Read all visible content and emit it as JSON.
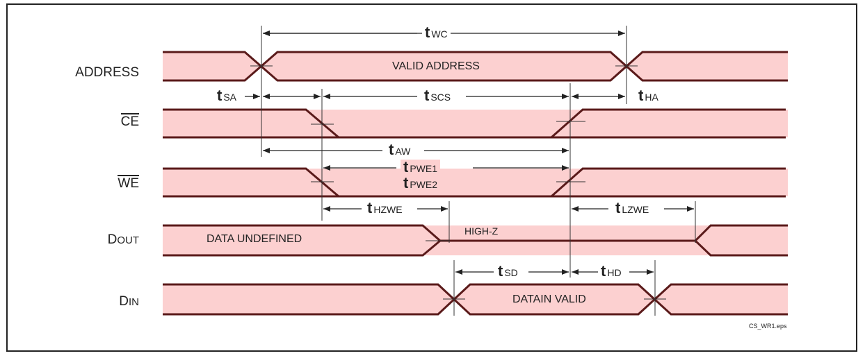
{
  "signals": {
    "address": "ADDRESS",
    "ce": "CE",
    "we": "WE",
    "dout_first": "D",
    "dout_rest": "OUT",
    "din_first": "D",
    "din_rest": "IN"
  },
  "bus_text": {
    "valid_address": "VALID ADDRESS",
    "data_undefined": "DATA UNDEFINED",
    "high_z": "HIGH-Z",
    "datain_valid": "DATAIN VALID"
  },
  "timings": {
    "twc": {
      "t": "t",
      "sub": "WC"
    },
    "tsa": {
      "t": "t",
      "sub": "SA"
    },
    "tscs": {
      "t": "t",
      "sub": "SCS"
    },
    "tha": {
      "t": "t",
      "sub": "HA"
    },
    "taw": {
      "t": "t",
      "sub": "AW"
    },
    "tpwe1": {
      "t": "t",
      "sub": "PWE1"
    },
    "tpwe2": {
      "t": "t",
      "sub": "PWE2"
    },
    "thzwe": {
      "t": "t",
      "sub": "HZWE"
    },
    "tlzwe": {
      "t": "t",
      "sub": "LZWE"
    },
    "tsd": {
      "t": "t",
      "sub": "SD"
    },
    "thd": {
      "t": "t",
      "sub": "HD"
    }
  },
  "filename": "CS_WR1.eps",
  "colors": {
    "fill": "#fcd0d0",
    "line": "#5a1a1a",
    "ink": "#222222"
  }
}
